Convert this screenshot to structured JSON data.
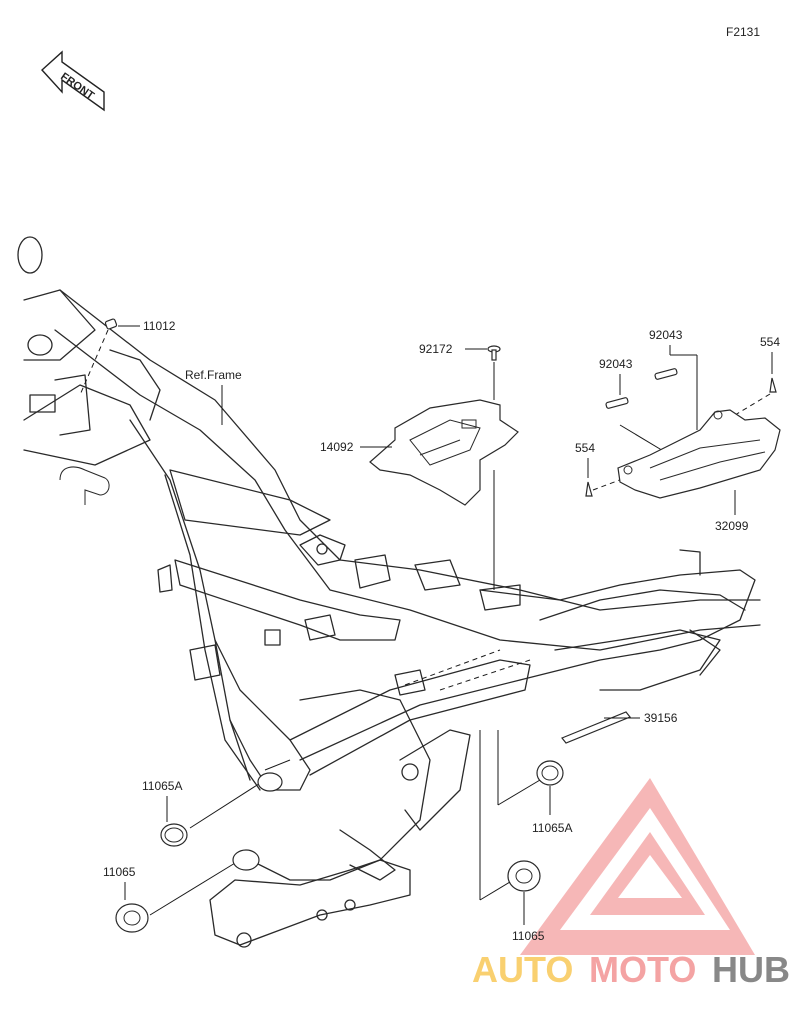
{
  "diagram": {
    "code": "F2131",
    "front_label": "FRONT",
    "ref_label": "Ref.Frame"
  },
  "parts": [
    {
      "id": "11012",
      "label": "11012"
    },
    {
      "id": "92172",
      "label": "92172"
    },
    {
      "id": "14092",
      "label": "14092"
    },
    {
      "id": "92043a",
      "label": "92043"
    },
    {
      "id": "92043b",
      "label": "92043"
    },
    {
      "id": "554a",
      "label": "554"
    },
    {
      "id": "554b",
      "label": "554"
    },
    {
      "id": "32099",
      "label": "32099"
    },
    {
      "id": "39156",
      "label": "39156"
    },
    {
      "id": "11065A_left",
      "label": "11065A"
    },
    {
      "id": "11065A_right",
      "label": "11065A"
    },
    {
      "id": "11065_left",
      "label": "11065"
    },
    {
      "id": "11065_right",
      "label": "11065"
    }
  ],
  "watermark": {
    "word1": "AUTO",
    "word2": "MOTO",
    "word3": "HUB",
    "colors": {
      "accent": "#f08a8a",
      "word1": "#f9d070",
      "word2": "#f4a3a3",
      "word3": "#888888"
    }
  }
}
